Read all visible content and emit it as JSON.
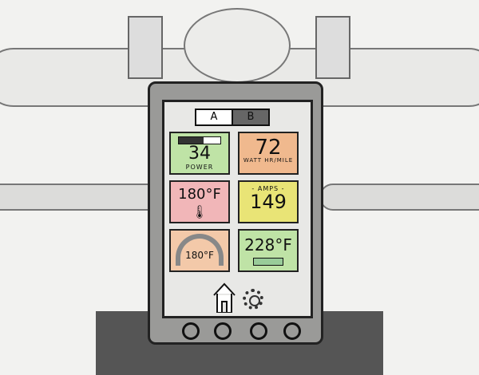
{
  "tabs": [
    {
      "label": "A",
      "active": true
    },
    {
      "label": "B",
      "active": false
    }
  ],
  "tiles": [
    {
      "value": "34",
      "label": "POWER",
      "color": "#bfe3a6",
      "bar_level": 0.6
    },
    {
      "value": "72",
      "label": "WATT HR/MILE",
      "color": "#f0b98e"
    },
    {
      "value": "180°F",
      "icon": "coolant-temperature-icon",
      "color": "#f1b6b8"
    },
    {
      "value": "149",
      "label": "- AMPS -",
      "color": "#e9e476"
    },
    {
      "value": "180°F",
      "icon": "gauge-icon",
      "color": "#f3c9a9"
    },
    {
      "value": "228°F",
      "icon": "battery-icon",
      "color": "#bfe3a6"
    }
  ],
  "nav": {
    "home": "home-icon",
    "settings": "gear-icon"
  }
}
